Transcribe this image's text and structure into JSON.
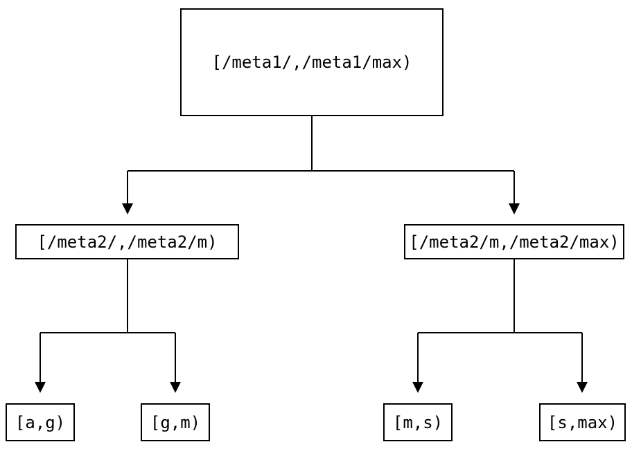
{
  "diagram": {
    "type": "tree",
    "background_color": "#ffffff",
    "line_color": "#000000",
    "nodes": {
      "root": {
        "label": "[/meta1/,/meta1/max)"
      },
      "left_child": {
        "label": "[/meta2/,/meta2/m)"
      },
      "right_child": {
        "label": "[/meta2/m,/meta2/max)"
      },
      "leaf_1": {
        "label": "[a,g)"
      },
      "leaf_2": {
        "label": "[g,m)"
      },
      "leaf_3": {
        "label": "[m,s)"
      },
      "leaf_4": {
        "label": "[s,max)"
      }
    },
    "edges": [
      {
        "from": "root",
        "to": "left_child"
      },
      {
        "from": "root",
        "to": "right_child"
      },
      {
        "from": "left_child",
        "to": "leaf_1"
      },
      {
        "from": "left_child",
        "to": "leaf_2"
      },
      {
        "from": "right_child",
        "to": "leaf_3"
      },
      {
        "from": "right_child",
        "to": "leaf_4"
      }
    ]
  }
}
